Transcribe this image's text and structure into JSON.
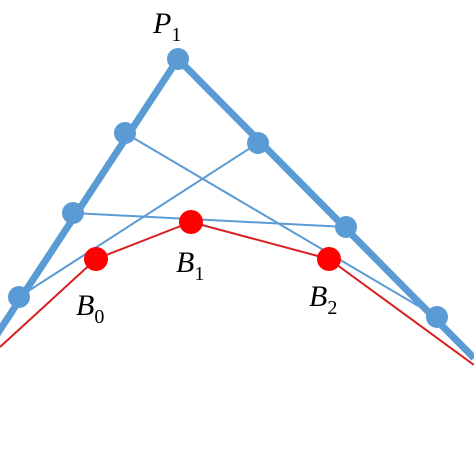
{
  "labels": {
    "p1": {
      "main": "P",
      "sub": "1"
    },
    "b0": {
      "main": "B",
      "sub": "0"
    },
    "b1": {
      "main": "B",
      "sub": "1"
    },
    "b2": {
      "main": "B",
      "sub": "2"
    }
  },
  "colors": {
    "control_polygon": "#5b9bd5",
    "construction": "#5b9bd5",
    "curve_points": "#ff0000",
    "curve_line": "#d62020",
    "background": "#ffffff"
  }
}
